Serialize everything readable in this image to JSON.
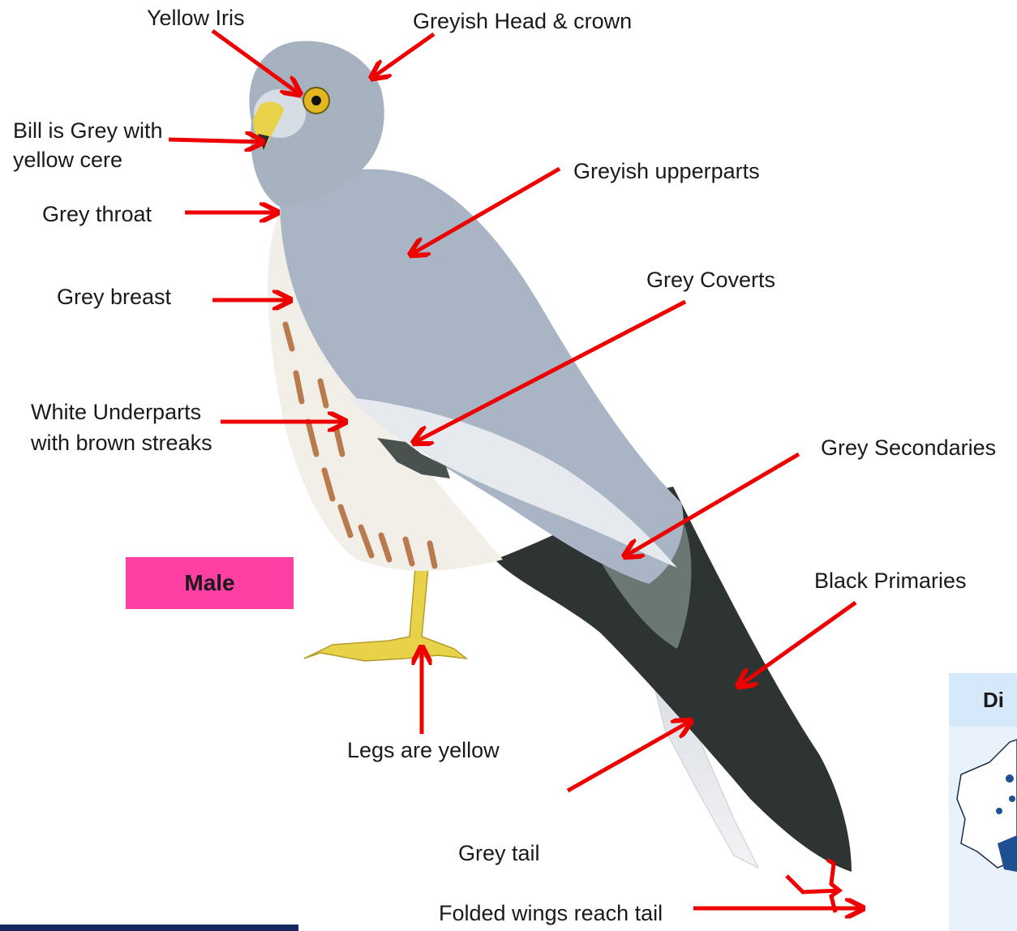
{
  "labels": {
    "yellow_iris": "Yellow Iris",
    "greyish_head": "Greyish Head & crown",
    "bill_line1": "Bill is Grey with",
    "bill_line2": "yellow cere",
    "grey_throat": "Grey throat",
    "greyish_upperparts": "Greyish upperparts",
    "grey_coverts": "Grey Coverts",
    "grey_breast": "Grey breast",
    "white_underparts_line1": "White Underparts",
    "white_underparts_line2": "with brown streaks",
    "grey_secondaries": "Grey Secondaries",
    "black_primaries": "Black Primaries",
    "legs": "Legs are yellow",
    "grey_tail": "Grey tail",
    "folded_wings": "Folded wings reach tail"
  },
  "sex_badge": "Male",
  "distribution": {
    "title": "Di"
  },
  "colors": {
    "arrow": "#ee0000",
    "badge": "#ff3fa4",
    "plumage_grey": "#a9b5c4",
    "primaries_black": "#2e3432",
    "legs_yellow": "#e8d24a",
    "map_blue": "#1e4f8f"
  }
}
